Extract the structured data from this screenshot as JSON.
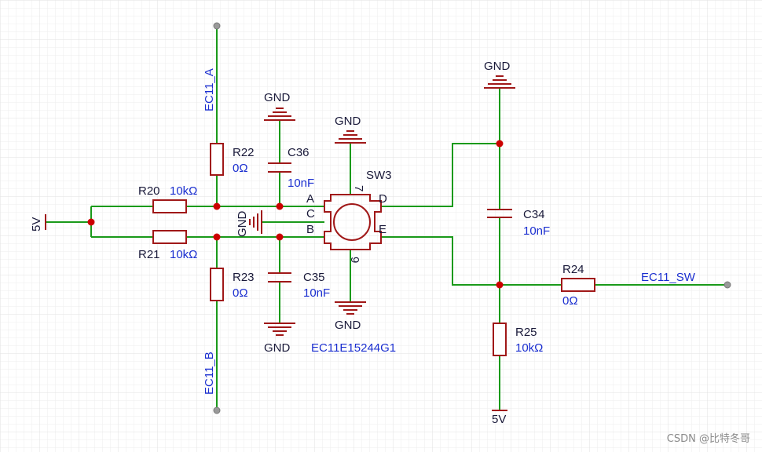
{
  "labels": {
    "r20": "R20",
    "r20_val": "10kΩ",
    "r21": "R21",
    "r21_val": "10kΩ",
    "r22": "R22",
    "r22_val": "0Ω",
    "r23": "R23",
    "r23_val": "0Ω",
    "r24": "R24",
    "r24_val": "0Ω",
    "r25": "R25",
    "r25_val": "10kΩ",
    "c34": "C34",
    "c34_val": "10nF",
    "c35": "C35",
    "c35_val": "10nF",
    "c36": "C36",
    "c36_val": "10nF",
    "sw3": "SW3",
    "sw3_part": "EC11E15244G1",
    "pin_a": "A",
    "pin_b": "B",
    "pin_c": "C",
    "pin_d": "D",
    "pin_e": "E",
    "pin_6": "6",
    "pin_7": "7",
    "gnd": "GND",
    "v5": "5V",
    "net_ec11_a": "EC11_A",
    "net_ec11_b": "EC11_B",
    "net_ec11_sw": "EC11_SW"
  },
  "colors": {
    "wire": "#1a9a1a",
    "component": "#a01818",
    "junction": "#cc0000",
    "label_blue": "#1b2fd0",
    "label_dark": "#1a1a3a"
  },
  "watermark": "CSDN @比特冬哥"
}
